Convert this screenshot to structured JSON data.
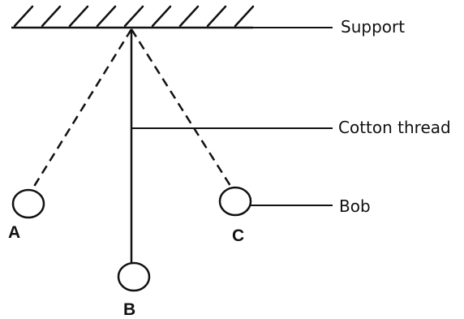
{
  "labels": {
    "support": "Support",
    "thread": "Cotton thread",
    "bob": "Bob"
  },
  "positions": {
    "a": "A",
    "b": "B",
    "c": "C"
  },
  "colors": {
    "ink": "#111111",
    "background": "#ffffff"
  }
}
